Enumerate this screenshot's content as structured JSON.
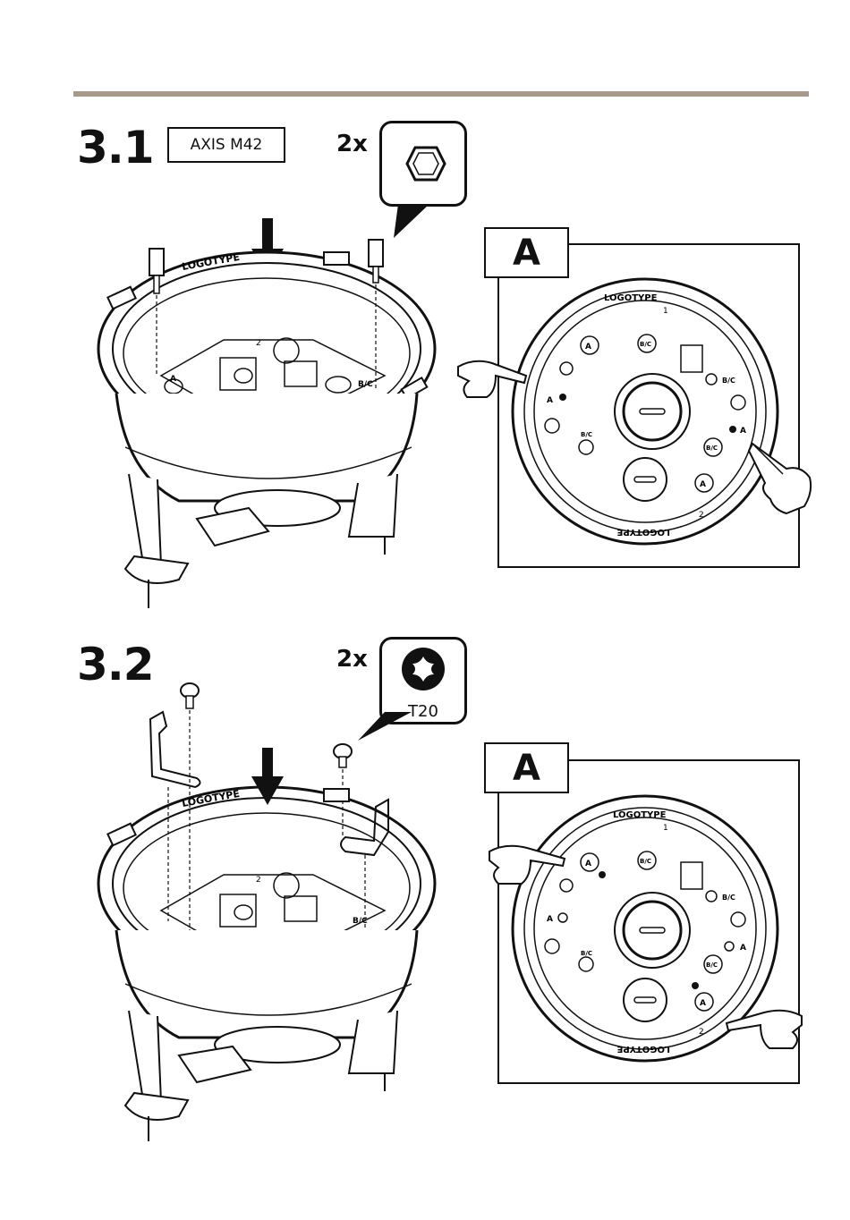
{
  "steps": [
    {
      "number": "3.1",
      "model_label": "AXIS M42",
      "quantity": "2x",
      "tool_label": "",
      "detail_tag": "A",
      "ring_text": "LOGOTYPE",
      "marks": {
        "a": "A",
        "bc": "B/C",
        "one": "1",
        "two": "2"
      }
    },
    {
      "number": "3.2",
      "quantity": "2x",
      "tool_label": "T20",
      "detail_tag": "A",
      "ring_text": "LOGOTYPE",
      "marks": {
        "a": "A",
        "bc": "B/C",
        "one": "1",
        "two": "2"
      }
    }
  ],
  "icons": {
    "step1_tool": "hex-standoff-icon",
    "step2_tool": "torx-screw-icon",
    "hand": "pointing-hand-icon",
    "arrow": "arrow-down-icon"
  }
}
